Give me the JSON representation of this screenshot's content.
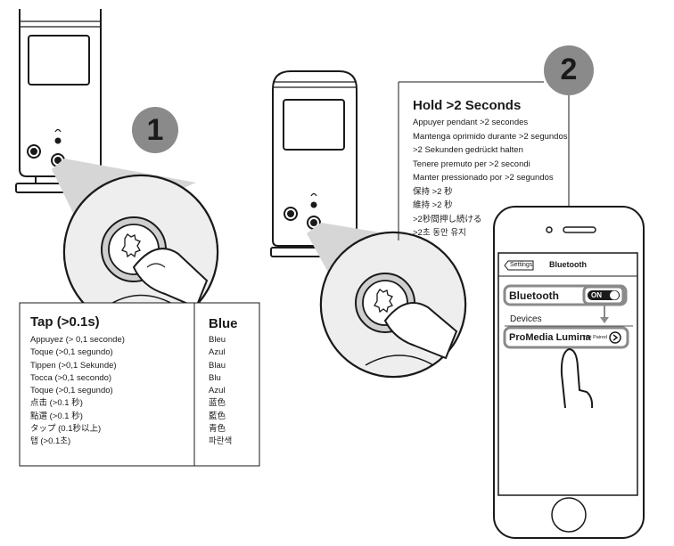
{
  "step1": {
    "number": "1",
    "tap_title": "Tap (>0.1s)",
    "tap_lines": [
      "Appuyez (> 0,1 seconde)",
      "Toque (>0,1 segundo)",
      "Tippen (>0,1 Sekunde)",
      "Tocca (>0,1 secondo)",
      "Toque (>0,1 segundo)",
      "点击 (>0.1 秒)",
      "點選 (>0.1 秒)",
      "タップ (0.1秒以上)",
      "탭 (>0.1초)"
    ],
    "blue_title": "Blue",
    "blue_lines": [
      "Bleu",
      "Azul",
      "Blau",
      "Blu",
      "Azul",
      "蓝色",
      "藍色",
      "青色",
      "파란색"
    ]
  },
  "step2": {
    "number": "2",
    "hold_title": "Hold >2 Seconds",
    "hold_lines": [
      "Appuyer pendant >2 secondes",
      "Mantenga oprimido durante >2 segundos",
      ">2 Sekunden gedrückt halten",
      "Tenere premuto per >2 secondi",
      "Manter pressionado por >2 segundos",
      "保持 >2 秒",
      "維持 >2 秒",
      ">2秒間押し続ける",
      ">2초 동안 유지"
    ]
  },
  "phone": {
    "back_label": "Settings",
    "screen_title": "Bluetooth",
    "bluetooth_label": "Bluetooth",
    "toggle_label": "ON",
    "devices_label": "Devices",
    "device_name": "ProMedia Lumina",
    "device_status": "Not Paired"
  },
  "colors": {
    "badge": "#8a8a8a",
    "line": "#1a1a1a",
    "shade": "#d6d6d6"
  }
}
